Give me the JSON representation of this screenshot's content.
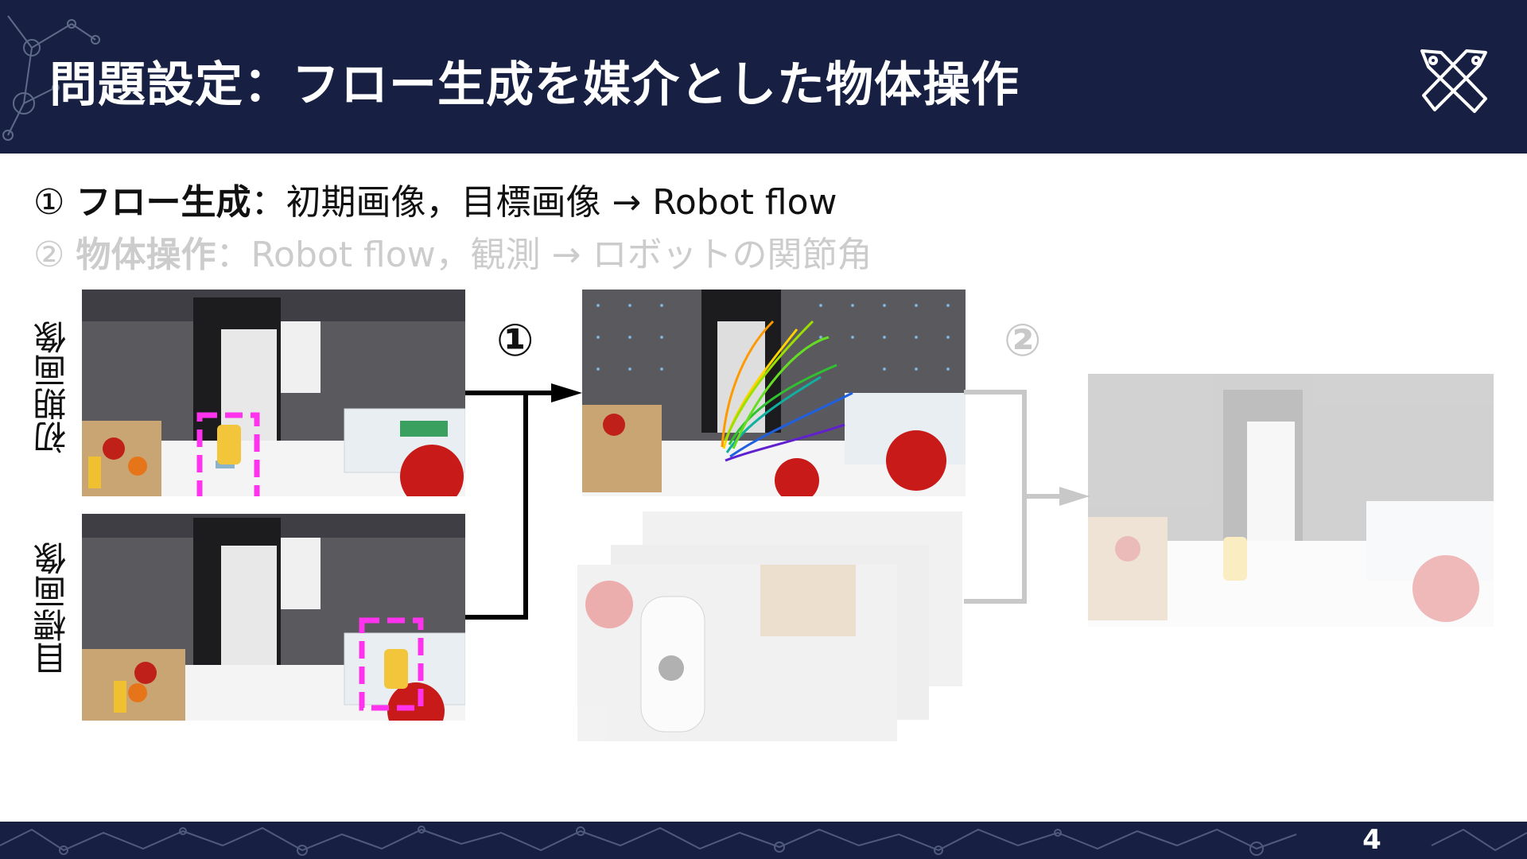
{
  "header": {
    "title": "問題設定：フロー生成を媒介とした物体操作"
  },
  "steps": [
    {
      "num": "①",
      "bold": "フロー生成",
      "rest": "：初期画像，目標画像 → Robot flow"
    },
    {
      "num": "②",
      "bold": "物体操作",
      "rest": "：Robot flow，観測 → ロボットの関節角"
    }
  ],
  "labels": {
    "initial_image": "初期画像",
    "goal_image": "目標画像"
  },
  "markers": {
    "step1": "①",
    "step2": "②"
  },
  "footer": {
    "page_number": "4"
  },
  "colors": {
    "navy": "#172042",
    "bbox_magenta": "#ff33ee",
    "muted_gray": "#c8c8c8"
  },
  "icons": {
    "logo": "crossed-tools-logo-icon"
  }
}
